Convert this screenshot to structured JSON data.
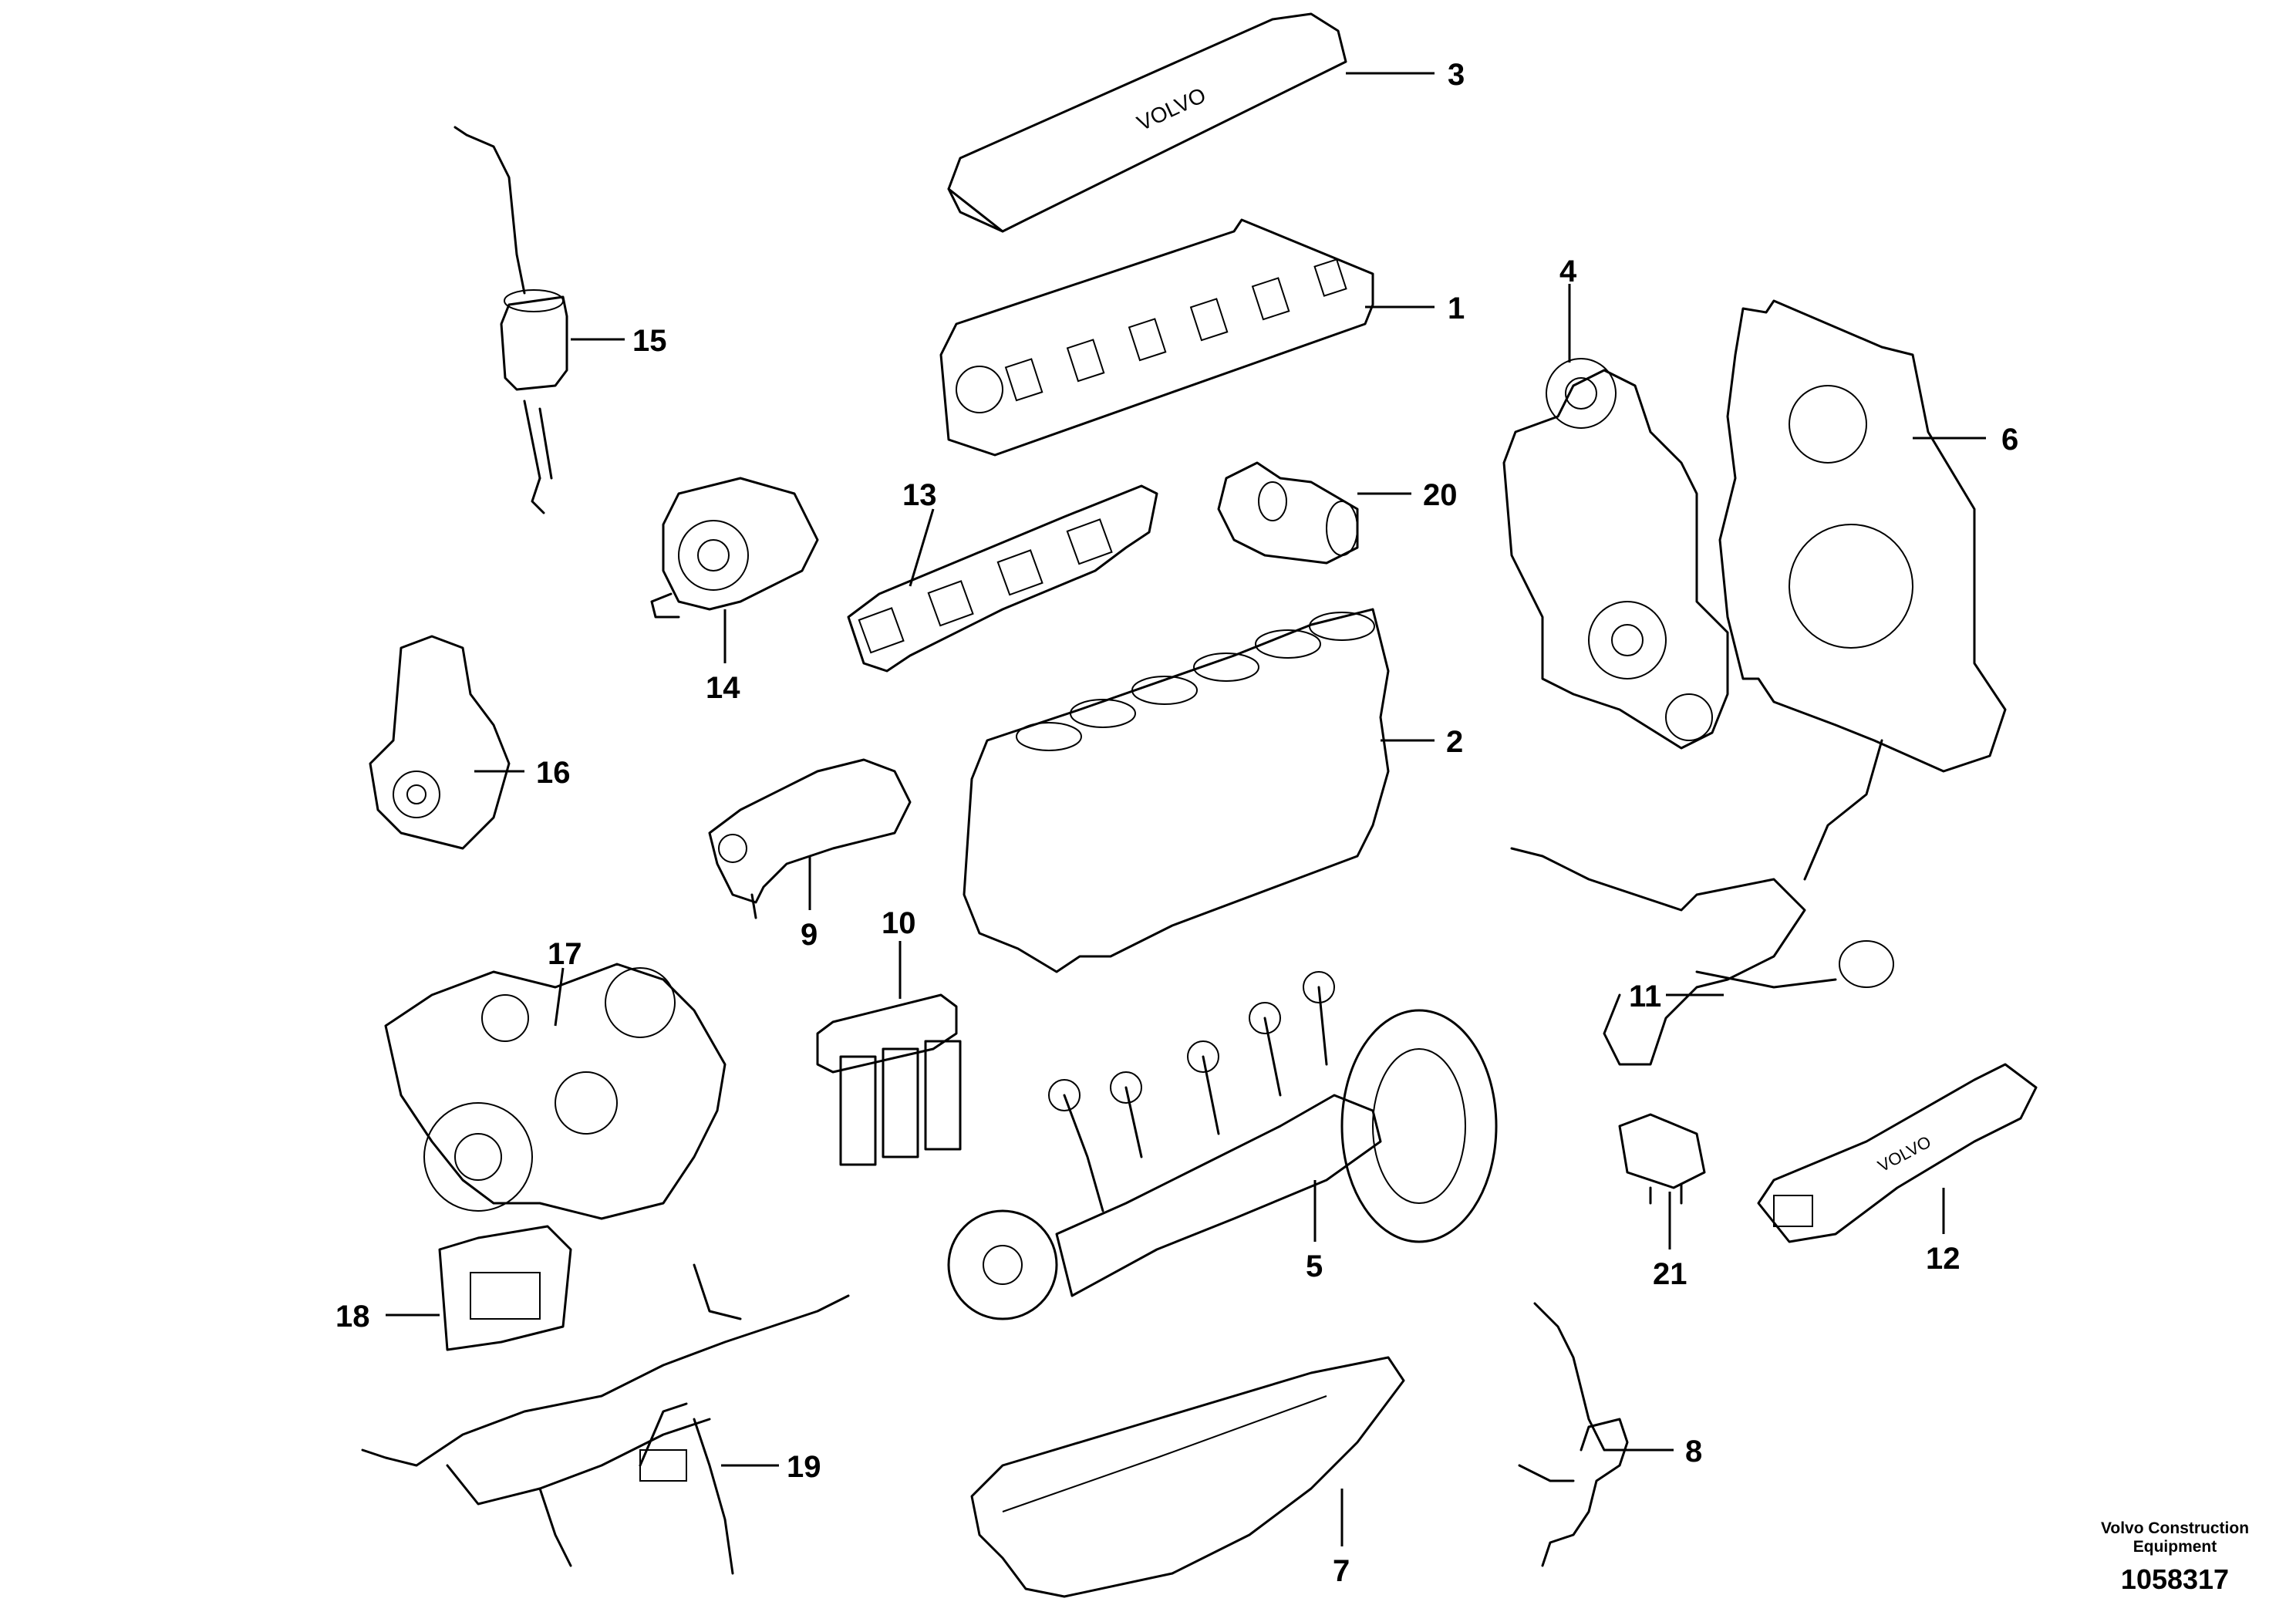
{
  "diagram": {
    "callouts": [
      "1",
      "2",
      "3",
      "4",
      "5",
      "6",
      "7",
      "8",
      "9",
      "10",
      "11",
      "12",
      "13",
      "14",
      "15",
      "16",
      "17",
      "18",
      "19",
      "20",
      "21"
    ]
  },
  "credit": {
    "line1": "Volvo Construction",
    "line2": "Equipment",
    "number": "1058317"
  }
}
